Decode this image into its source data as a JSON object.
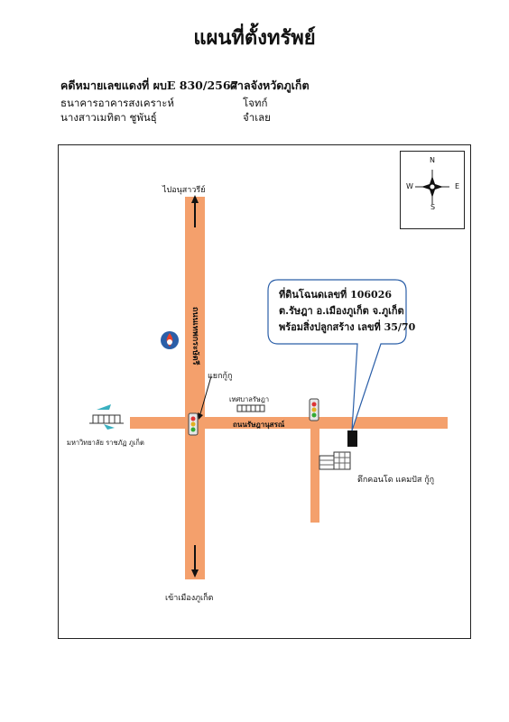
{
  "title": "แผนที่ตั้งทรัพย์",
  "case": {
    "case_no": "คดีหมายเลขแดงที่ ผบE 830/2567",
    "court": "ศาลจังหวัดภูเก็ต",
    "plaintiff": "ธนาคารอาคารสงเคราะห์",
    "plaintiff_role": "โจทก์",
    "defendant": "นางสาวเมทิตา ชูพันธุ์",
    "defendant_role": "จำเลย"
  },
  "compass": {
    "n": "N",
    "s": "S",
    "e": "E",
    "w": "W"
  },
  "map": {
    "to_north": "ไปอนุสาวรีย์",
    "to_city": "เข้าเมืองภูเก็ต",
    "main_road": "ถนนเทพกระษัตรี",
    "cross_road": "ถนนรัษฎานุสรณ์",
    "junction": "แยกกู้กู",
    "municipality": "เทศบาลรัษฎา",
    "university": "มหาวิทยาลัย ราชภัฏ ภูเก็ต",
    "condo": "ตึกคอนโด แคมปัส กู้กู",
    "callout": [
      "ที่ดินโฉนดเลขที่ 106026",
      "ต.รัษฎา อ.เมืองภูเก็ต จ.ภูเก็ต",
      "พร้อมสิ่งปลูกสร้าง เลขที่ 35/70"
    ]
  },
  "colors": {
    "road": "#f4a06c",
    "frame": "#222222",
    "callout_border": "#2b5fa8"
  }
}
